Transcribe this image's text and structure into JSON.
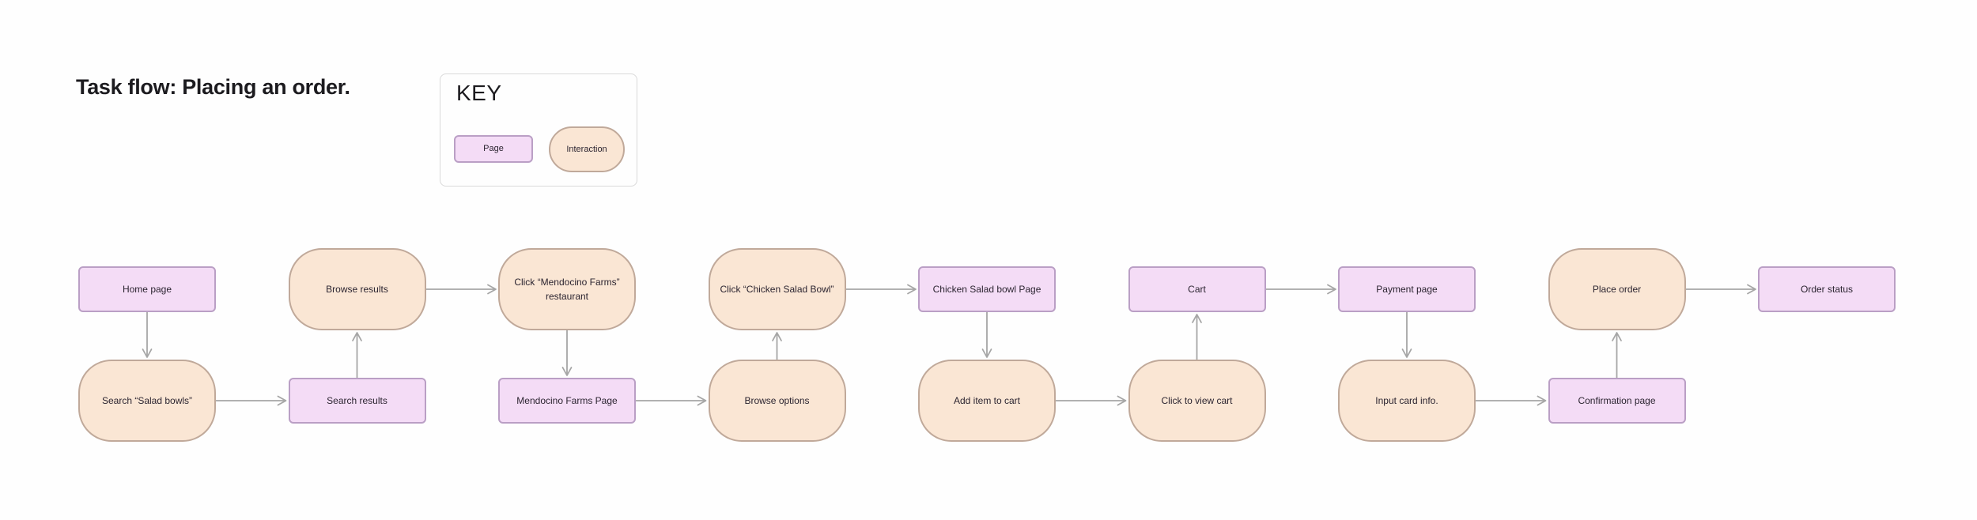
{
  "title": "Task flow: Placing an order.",
  "key": {
    "heading": "KEY",
    "page_label": "Page",
    "interaction_label": "Interaction"
  },
  "colors": {
    "background": "#FEFEFE",
    "page_fill": "#F4DCF6",
    "page_border": "#BA9FC5",
    "interaction_fill": "#FAE6D4",
    "interaction_border": "#C0A99A",
    "arrow": "#A6A6A6",
    "text": "#2B2430",
    "key_border": "#D9D9D9"
  },
  "diagram": {
    "nodes": [
      {
        "id": "home-page",
        "label": "Home page",
        "type": "page",
        "col": 1,
        "row": "top"
      },
      {
        "id": "search-salad-bowls",
        "label": "Search “Salad bowls”",
        "type": "interaction",
        "col": 1,
        "row": "bottom"
      },
      {
        "id": "search-results",
        "label": "Search results",
        "type": "page",
        "col": 2,
        "row": "bottom"
      },
      {
        "id": "browse-results",
        "label": "Browse results",
        "type": "interaction",
        "col": 2,
        "row": "top"
      },
      {
        "id": "click-mendocino-farms",
        "label": "Click “Mendocino Farms” restaurant",
        "type": "interaction",
        "col": 3,
        "row": "top"
      },
      {
        "id": "mendocino-farms-page",
        "label": "Mendocino Farms Page",
        "type": "page",
        "col": 3,
        "row": "bottom"
      },
      {
        "id": "browse-options",
        "label": "Browse options",
        "type": "interaction",
        "col": 4,
        "row": "bottom"
      },
      {
        "id": "click-chicken-salad-bowl",
        "label": "Click “Chicken Salad Bowl”",
        "type": "interaction",
        "col": 4,
        "row": "top"
      },
      {
        "id": "chicken-salad-bowl-page",
        "label": "Chicken Salad bowl Page",
        "type": "page",
        "col": 5,
        "row": "top"
      },
      {
        "id": "add-item-to-cart",
        "label": "Add item to cart",
        "type": "interaction",
        "col": 5,
        "row": "bottom"
      },
      {
        "id": "click-to-view-cart",
        "label": "Click to view cart",
        "type": "interaction",
        "col": 6,
        "row": "bottom"
      },
      {
        "id": "cart",
        "label": "Cart",
        "type": "page",
        "col": 6,
        "row": "top"
      },
      {
        "id": "payment-page",
        "label": "Payment page",
        "type": "page",
        "col": 7,
        "row": "top"
      },
      {
        "id": "input-card-info",
        "label": "Input card info.",
        "type": "interaction",
        "col": 7,
        "row": "bottom"
      },
      {
        "id": "confirmation-page",
        "label": "Confirmation page",
        "type": "page",
        "col": 8,
        "row": "bottom"
      },
      {
        "id": "place-order",
        "label": "Place order",
        "type": "interaction",
        "col": 8,
        "row": "top"
      },
      {
        "id": "order-status",
        "label": "Order status",
        "type": "page",
        "col": 9,
        "row": "top"
      }
    ],
    "edges": [
      {
        "from": "home-page",
        "to": "search-salad-bowls"
      },
      {
        "from": "search-salad-bowls",
        "to": "search-results"
      },
      {
        "from": "search-results",
        "to": "browse-results"
      },
      {
        "from": "browse-results",
        "to": "click-mendocino-farms"
      },
      {
        "from": "click-mendocino-farms",
        "to": "mendocino-farms-page"
      },
      {
        "from": "mendocino-farms-page",
        "to": "browse-options"
      },
      {
        "from": "browse-options",
        "to": "click-chicken-salad-bowl"
      },
      {
        "from": "click-chicken-salad-bowl",
        "to": "chicken-salad-bowl-page"
      },
      {
        "from": "chicken-salad-bowl-page",
        "to": "add-item-to-cart"
      },
      {
        "from": "add-item-to-cart",
        "to": "click-to-view-cart"
      },
      {
        "from": "click-to-view-cart",
        "to": "cart"
      },
      {
        "from": "cart",
        "to": "payment-page"
      },
      {
        "from": "payment-page",
        "to": "input-card-info"
      },
      {
        "from": "input-card-info",
        "to": "confirmation-page"
      },
      {
        "from": "confirmation-page",
        "to": "place-order"
      },
      {
        "from": "place-order",
        "to": "order-status"
      }
    ]
  }
}
